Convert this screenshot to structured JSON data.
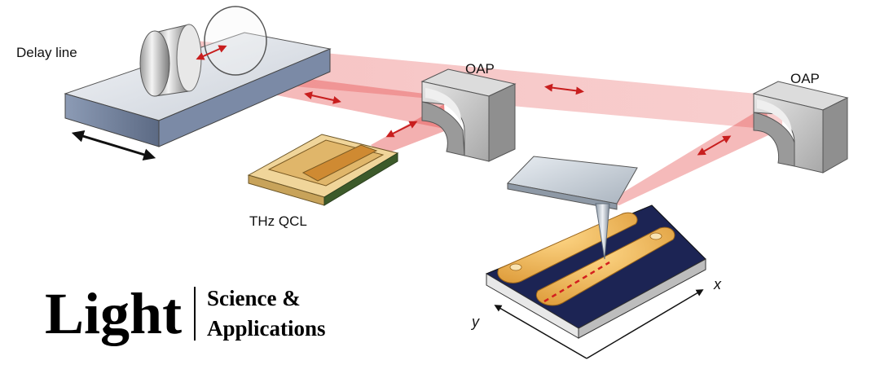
{
  "labels": {
    "delay_line": "Delay line",
    "oap_left": "OAP",
    "oap_right": "OAP",
    "thz_qcl": "THz QCL",
    "axis_x": "x",
    "axis_y": "y"
  },
  "logo": {
    "main": "Light",
    "line1": "Science &",
    "line2": "Applications"
  },
  "colors": {
    "beam": "#e23a3a",
    "arrow": "#c81e1e",
    "metal": "#c9c9c9",
    "gold": "#e8b25a",
    "substrate": "#1c2454"
  }
}
